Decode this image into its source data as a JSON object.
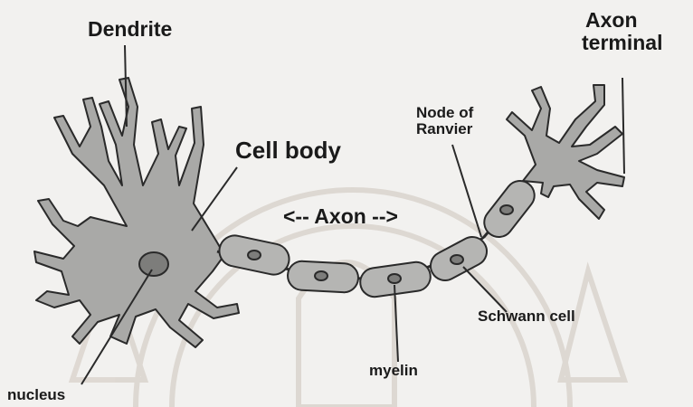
{
  "labels": {
    "dendrite": "Dendrite",
    "cell_body": "Cell body",
    "axon": "<-- Axon -->",
    "axon_terminal_line1": "Axon",
    "axon_terminal_line2": "terminal",
    "node_line1": "Node of",
    "node_line2": "Ranvier",
    "schwann": "Schwann cell",
    "myelin": "myelin",
    "nucleus": "nucleus"
  },
  "colors": {
    "cell_fill": "#a9a9a7",
    "sheath_fill": "#b5b5b3",
    "nucleus_fill": "#7d7d7b",
    "outline": "#2a2a2a",
    "watermark": "#d9d3cc",
    "background": "#f2f1ef"
  }
}
